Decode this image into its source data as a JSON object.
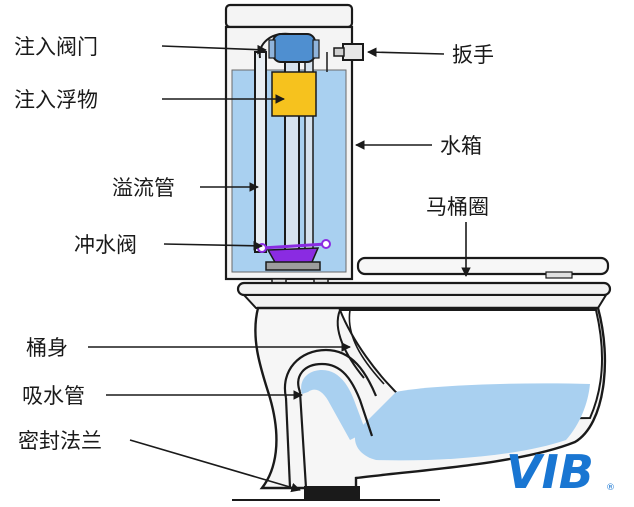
{
  "labels": {
    "fill_valve": "注入阀门",
    "fill_float": "注入浮物",
    "overflow_tube": "溢流管",
    "flush_valve": "冲水阀",
    "handle": "扳手",
    "tank": "水箱",
    "seat_ring": "马桶圈",
    "bowl_body": "桶身",
    "trapway": "吸水管",
    "seal_flange": "密封法兰"
  },
  "logo": {
    "text": "VIB",
    "mark": "®"
  },
  "colors": {
    "water": "#a9d0f0",
    "float": "#f6c21e",
    "fill_valve": "#4f8fd0",
    "flush_valve": "#8a2be2",
    "outline": "#1a1a1a",
    "logo": "#1976d2"
  }
}
